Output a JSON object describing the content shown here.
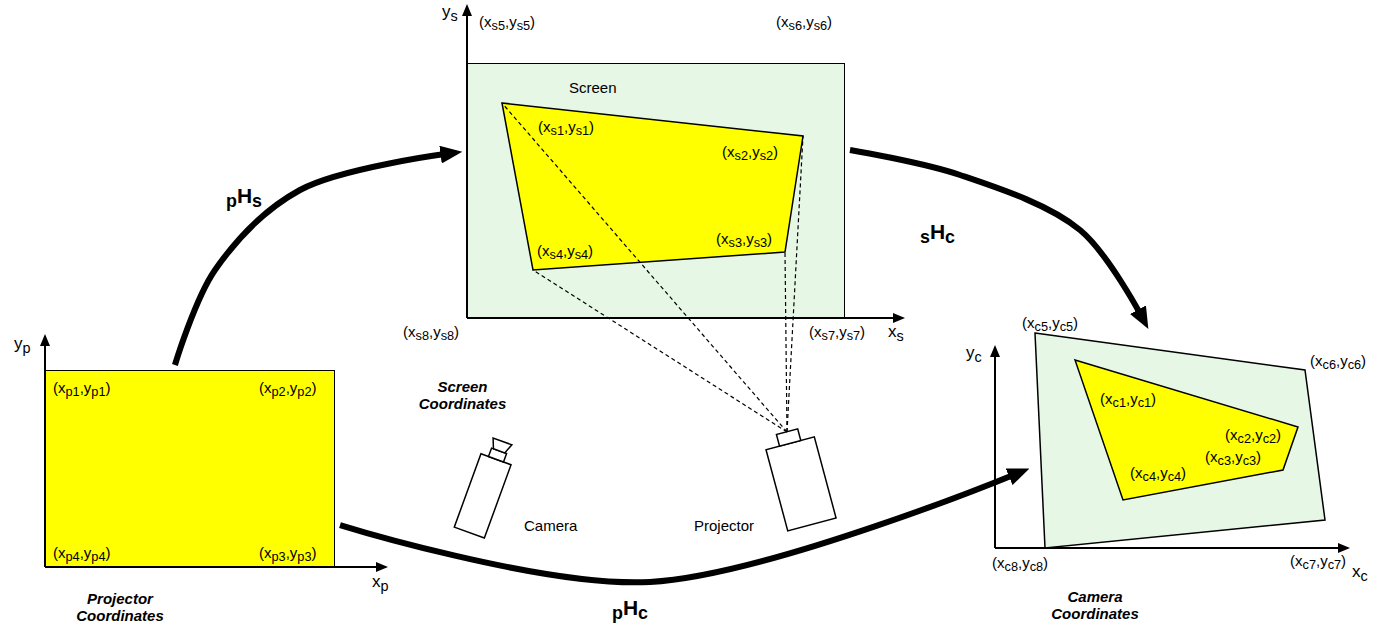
{
  "diagram": {
    "nodes": [
      {
        "text": [
          "(xp1,yp1)",
          "(xp2,yp2)",
          "(xp4,yp4)",
          "(xp3,yp3)"
        ]
      },
      {
        "text": [
          "(xs5,ys5)",
          "(xs6,ys6)",
          "Screen",
          "(xs8,ys8)",
          "(xs7,ys7)"
        ]
      },
      {
        "text": [
          "(xs1,ys1)",
          "(xs2,ys2)",
          "(xs4,ys4)",
          "(xs3,ys3)"
        ],
        "in": 1
      },
      {
        "text": [
          "(xc5,yc5)",
          "(xc6,yc6)",
          "(xc8,yc8)",
          "(xc7,yc7)"
        ]
      },
      {
        "text": [
          "(xc1,yc1)",
          "(xc2,yc2)",
          "(xc4,yc4)",
          "(xc3,yc3)"
        ],
        "in": 3
      }
    ],
    "edges": [
      {
        "from": 0,
        "to": 1,
        "arrow": "to",
        "label": "pHs"
      },
      {
        "from": 1,
        "to": 3,
        "arrow": "to",
        "label": "sHc"
      },
      {
        "from": 0,
        "to": 3,
        "arrow": "to",
        "label": "pHc"
      }
    ],
    "labels": [
      "ys",
      "xs",
      "yp",
      "xp",
      "yc",
      "xc",
      "Screen Coordinates",
      "Projector Coordinates",
      "Camera Coordinates",
      "Camera",
      "Projector"
    ]
  }
}
